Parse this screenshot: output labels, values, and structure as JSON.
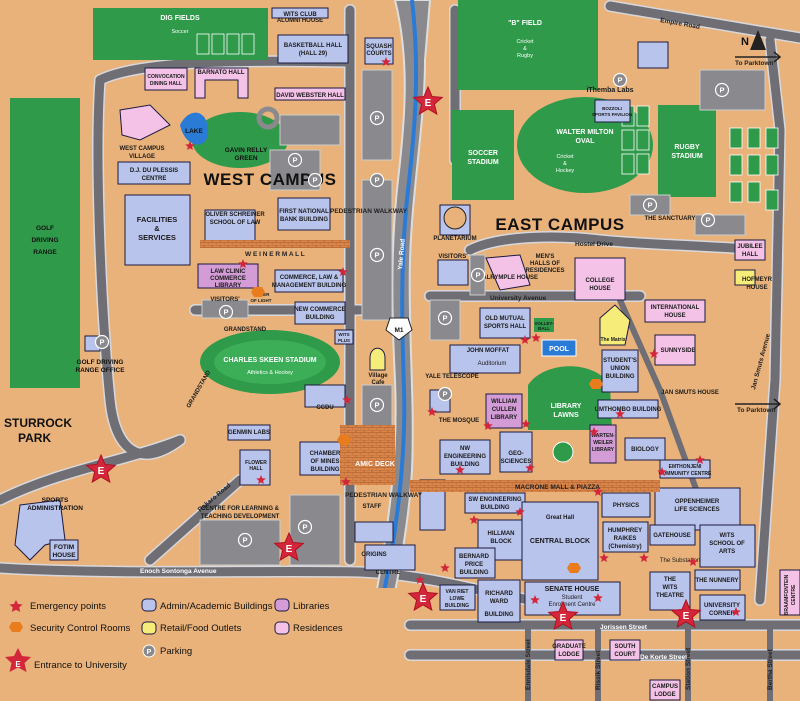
{
  "campus_labels": {
    "west": "WEST CAMPUS",
    "east": "EAST CAMPUS"
  },
  "compass": "N",
  "roads": {
    "yale": "Yale Road",
    "empire": "Empire Road",
    "to_parktown_top": "To Parktown",
    "to_parktown_right": "To Parktown",
    "jan_smuts": "Jan Smuts Avenue",
    "university_ave": "University Avenue",
    "hostel_drive": "Hostel Drive",
    "enoch": "Enoch Sontonga Avenue",
    "jorissen": "Jorissen Street",
    "de_korte": "De Korte Street",
    "ennis": "Ennisdale Street",
    "rissik": "Rissik Street",
    "station": "Station Street",
    "bertha": "Bertha Street",
    "pedestrian_walkway": "PEDESTRIAN WALKWAY",
    "pedestrian_walkway2": "PEDESTRIAN WALKWAY",
    "weiner_mall": "W E I N E R   M A L L",
    "macrone_mall": "MACRONE MALL & PIAZZA",
    "rokaro": "Rokaro Road",
    "m1": "M1"
  },
  "areas": {
    "golf": [
      "GOLF",
      "DRIVING",
      "RANGE"
    ],
    "golf_office": [
      "GOLF DRIVING",
      "RANGE OFFICE"
    ],
    "sturrock": [
      "STURROCK",
      "PARK"
    ],
    "sports_admin": [
      "SPORTS",
      "ADMINISTRATION"
    ],
    "fotim": [
      "FOTIM",
      "HOUSE"
    ],
    "dig_fields": "DIG FIELDS",
    "dig_fields_sub": "Soccer",
    "b_field": "\"B\" FIELD",
    "b_field_sub": [
      "Cricket",
      "&",
      "Rugby"
    ],
    "soccer_stadium": [
      "SOCCER",
      "STADIUM"
    ],
    "walter_milton": [
      "WALTER MILTON",
      "OVAL"
    ],
    "walter_milton_sub": [
      "Cricket",
      "&",
      "Hockey"
    ],
    "rugby_stadium": [
      "RUGBY",
      "STADIUM"
    ],
    "charles_skeen": "CHARLES SKEEN STADIUM",
    "charles_skeen_sub": "Athletics & Hockey",
    "library_lawns": [
      "LIBRARY",
      "LAWNS"
    ],
    "gavin_relly": [
      "GAVIN RELLY",
      "GREEN"
    ],
    "lake": "LAKE",
    "pool": "POOL",
    "volleyball": [
      "VOLLEY-",
      "BALL"
    ]
  },
  "buildings": {
    "wits_club": "WITS CLUB",
    "alumni_house": "ALUMNI HOUSE",
    "basketball": [
      "BASKETBALL HALL",
      "(HALL 29)"
    ],
    "squash": [
      "SQUASH",
      "COURTS"
    ],
    "convocation": [
      "CONVOCATION",
      "DINING HALL"
    ],
    "barnato": "BARNATO HALL",
    "webster": "DAVID WEBSTER HALL",
    "west_campus_village": [
      "WEST CAMPUS",
      "VILLAGE"
    ],
    "du_plessis": [
      "D.J. DU PLESSIS",
      "CENTRE"
    ],
    "facilities": [
      "FACILITIES",
      "&",
      "SERVICES"
    ],
    "schreiner": [
      "OLIVER SCHREINER",
      "SCHOOL OF LAW"
    ],
    "fnb": [
      "FIRST NATIONAL",
      "BANK BUILDING"
    ],
    "law_clinic": [
      "LAW CLINIC",
      "COMMERCE",
      "LIBRARY"
    ],
    "commerce_law": [
      "COMMERCE, LAW &",
      "MANAGEMENT BUILDING"
    ],
    "visitors_west": "VISITORS'",
    "tower": [
      "TOWER",
      "OF LIGHT"
    ],
    "grandstand": "GRANDSTAND",
    "new_commerce": [
      "NEW COMMERCE",
      "BUILDING"
    ],
    "wits_plus": [
      "WITS",
      "PLUS"
    ],
    "village_cafe": [
      "Village",
      "Cafe"
    ],
    "ccdu": "CCDU",
    "genmin": "GENMIN LABS",
    "flower_hall": [
      "FLOWER",
      "HALL"
    ],
    "chamber_mines": [
      "CHAMBER",
      "OF MINES",
      "BUILDING"
    ],
    "amic_deck": "AMIC DECK",
    "clt": [
      "CENTRE FOR LEARNING &",
      "TEACHING DEVELOPMENT"
    ],
    "staff": "STAFF",
    "origins": [
      "ORIGINS",
      "CENTRE"
    ],
    "grandstand_side": "GRANDSTAND",
    "ithemba": "iThemba Labs",
    "bozzoli": [
      "BOZZOLI",
      "SPORTS PAVILION"
    ],
    "sanctuary": "THE SANCTUARY",
    "planetarium": "PLANETARIUM",
    "visitors_east": "VISITORS'",
    "mens_halls": [
      "MEN'S",
      "HALLS OF",
      "RESIDENCES"
    ],
    "dalrymple": "DALRYMPLE HOUSE",
    "college_house": [
      "COLLEGE",
      "HOUSE"
    ],
    "jubilee": [
      "JUBILEE",
      "HALL"
    ],
    "hofmeyr": [
      "HOFMEYR",
      "HOUSE"
    ],
    "international": [
      "INTERNATIONAL",
      "HOUSE"
    ],
    "old_mutual": [
      "OLD MUTUAL",
      "SPORTS HALL"
    ],
    "matrix": "The Matrix",
    "sunnyside": "SUNNYSIDE",
    "john_moffat": "JOHN MOFFAT",
    "auditorium": "Auditorium",
    "yale_telescope": "YALE TELESCOPE",
    "student_union": [
      "STUDENT'S",
      "UNION",
      "BUILDING"
    ],
    "jan_smuts_house": "JAN SMUTS HOUSE",
    "mosque": "THE MOSQUE",
    "wc_library": [
      "WILLIAM",
      "CULLEN",
      "LIBRARY"
    ],
    "umthombo": "UMTHOMBO BUILDING",
    "wartenweiler": [
      "WARTEN-",
      "WEILER",
      "LIBRARY"
    ],
    "biology": "BIOLOGY",
    "nw_eng": [
      "NW",
      "ENGINEERING",
      "BUILDING"
    ],
    "geo": [
      "GEO-",
      "SCIENCES"
    ],
    "emthonjeni": [
      "EMTHONJENI",
      "COMMUNITY CENTRE"
    ],
    "sw_eng": [
      "SW ENGINEERING",
      "BUILDING"
    ],
    "hillman": [
      "HILLMAN",
      "BLOCK"
    ],
    "great_hall": "Great Hall",
    "central_block": "CENTRAL BLOCK",
    "physics": "PHYSICS",
    "oppenheimer": [
      "OPPENHEIMER",
      "LIFE SCIENCES"
    ],
    "humphrey": [
      "HUMPHREY",
      "RAIKES",
      "(Chemistry)"
    ],
    "gatehouse": "GATEHOUSE",
    "wits_arts": [
      "WITS",
      "SCHOOL OF",
      "ARTS"
    ],
    "substation": "The Substation",
    "bernard_price": [
      "BERNARD",
      "PRICE",
      "BUILDING"
    ],
    "senate_house": "SENATE HOUSE",
    "sec": [
      "Student",
      "Enrolment Centre"
    ],
    "wits_theatre": [
      "THE",
      "WITS",
      "THEATRE"
    ],
    "nunnery": "THE NUNNERY",
    "van_riet": [
      "VAN RIET",
      "LOWE",
      "BUILDING"
    ],
    "richard_ward": [
      "RICHARD",
      "WARD",
      "BUILDING"
    ],
    "university_corner": [
      "UNIVERSITY",
      "CORNER"
    ],
    "braamfontein": [
      "BRAAMFONTEIN",
      "CENTRE"
    ],
    "graduate_lodge": [
      "GRADUATE",
      "LODGE"
    ],
    "south_court": [
      "SOUTH",
      "COURT"
    ],
    "campus_lodge": [
      "CAMPUS",
      "LODGE"
    ]
  },
  "parking_symbol": "P",
  "entrance_symbol": "E",
  "legend": {
    "emergency": "Emergency points",
    "security": "Security Control Rooms",
    "entrance": "Entrance to University",
    "admin": "Admin/Academic Buildings",
    "retail": "Retail/Food Outlets",
    "parking": "Parking",
    "libraries": "Libraries",
    "residences": "Residences"
  },
  "colors": {
    "ground": "#e9b27a",
    "road": "#6e6e74",
    "road_edge": "#d8d8dc",
    "river": "#2a7bd6",
    "field": "#2f9a4a",
    "field_light": "#3cae58",
    "admin": "#b9c4ec",
    "library": "#d39cd6",
    "residence": "#f3c2e6",
    "retail": "#f6ec7a",
    "parking": "#8a8a8e",
    "emergency": "#d3263a",
    "security": "#e97c1c"
  }
}
